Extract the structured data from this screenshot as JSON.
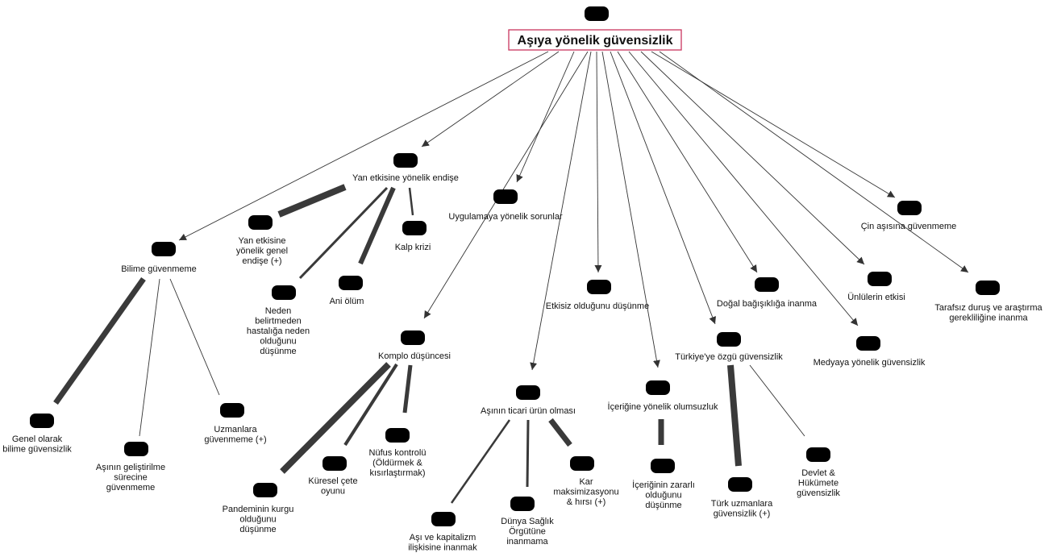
{
  "root": {
    "label": "Aşıya yönelik güvensizlik"
  },
  "colors": {
    "icon_stroke": "#e8434b",
    "root_border": "#c9365f",
    "edge": "#333333",
    "thick_edge": "#3a3a3a"
  },
  "nodes": {
    "yan_etki": [
      "Yan etkisine yönelik endişe"
    ],
    "yan_etki_genel": [
      "Yan etkisine",
      "yönelik genel",
      "endişe (+)"
    ],
    "neden_belirtmeden": [
      "Neden",
      "belirtmeden",
      "hastalığa neden",
      "olduğunu",
      "düşünme"
    ],
    "ani_olum": [
      "Ani ölüm"
    ],
    "kalp_krizi": [
      "Kalp krizi"
    ],
    "bilime": [
      "Bilime güvenmeme"
    ],
    "genel_bilim": [
      "Genel olarak",
      "bilime güvensizlik"
    ],
    "gelistirilme": [
      "Aşının geliştirilme",
      "sürecine",
      "güvenmeme"
    ],
    "uzmanlara": [
      "Uzmanlara",
      "güvenmeme (+)"
    ],
    "uygulama": [
      "Uygulamaya yönelik sorunlar"
    ],
    "komplo": [
      "Komplo düşüncesi"
    ],
    "pandemi": [
      "Pandeminin kurgu",
      "olduğunu",
      "düşünme"
    ],
    "kuresel": [
      "Küresel çete",
      "oyunu"
    ],
    "nufus": [
      "Nüfus kontrolü",
      "(Öldürmek &",
      "kısırlaştırmak)"
    ],
    "ticari": [
      "Aşının ticari ürün olması"
    ],
    "kapitalizm": [
      "Aşı ve kapitalizm",
      "ilişkisine inanmak"
    ],
    "dso": [
      "Dünya Sağlık",
      "Örgütüne",
      "inanmama"
    ],
    "kar": [
      "Kar",
      "maksimizasyonu",
      "& hırsı (+)"
    ],
    "etkisiz": [
      "Etkisiz olduğunu düşünme"
    ],
    "icerik": [
      "İçeriğine yönelik olumsuzluk"
    ],
    "icerik_zarar": [
      "İçeriğinin zararlı",
      "olduğunu",
      "düşünme"
    ],
    "dogal": [
      "Doğal bağışıklığa inanma"
    ],
    "turkiye": [
      "Türkiye'ye özgü güvensizlik"
    ],
    "turk_uzman": [
      "Türk uzmanlara",
      "güvensizlik (+)"
    ],
    "devlet": [
      "Devlet &",
      "Hükümete",
      "güvensizlik"
    ],
    "medya": [
      "Medyaya yönelik güvensizlik"
    ],
    "unlu": [
      "Ünlülerin etkisi"
    ],
    "cin": [
      "Çin aşısına güvenmeme"
    ],
    "tarafsiz": [
      "Tarafsız duruş ve araştırma",
      "gerekliliğine inanma"
    ]
  }
}
